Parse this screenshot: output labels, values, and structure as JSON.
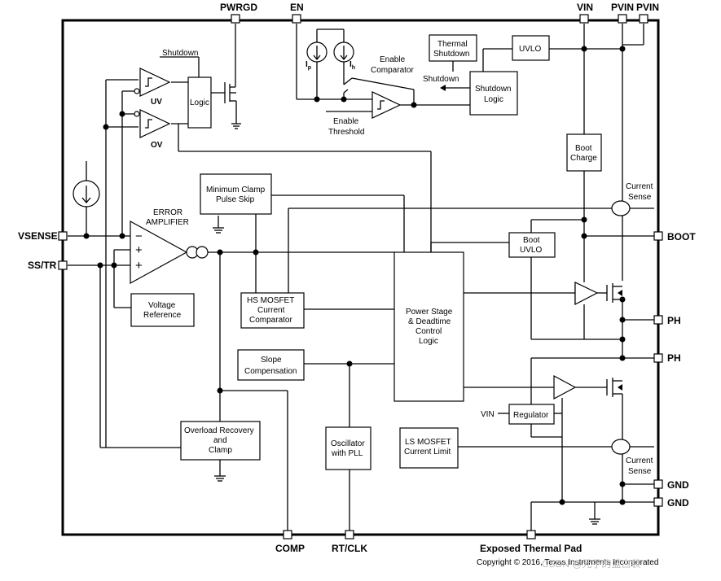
{
  "pins": {
    "pwrgd": "PWRGD",
    "en": "EN",
    "vin": "VIN",
    "pvin1": "PVIN",
    "pvin2": "PVIN",
    "vsense": "VSENSE",
    "sstr": "SS/TR",
    "boot": "BOOT",
    "ph1": "PH",
    "ph2": "PH",
    "gnd1": "GND",
    "gnd2": "GND",
    "comp": "COMP",
    "rtclk": "RT/CLK",
    "thermal_pad": "Exposed Thermal Pad"
  },
  "blocks": {
    "logic": "Logic",
    "shutdown_top": "Shutdown",
    "uv": "UV",
    "ov": "OV",
    "ip": "I",
    "ip_sub": "p",
    "ih": "I",
    "ih_sub": "h",
    "enable_comparator": [
      "Enable",
      "Comparator"
    ],
    "enable_threshold": [
      "Enable",
      "Threshold"
    ],
    "thermal_shutdown": [
      "Thermal",
      "Shutdown"
    ],
    "uvlo": "UVLO",
    "shutdown_logic": [
      "Shutdown",
      "Logic"
    ],
    "shutdown_arrow": "Shutdown",
    "boot_charge": [
      "Boot",
      "Charge"
    ],
    "current_sense_top": [
      "Current",
      "Sense"
    ],
    "min_clamp": [
      "Minimum Clamp",
      "Pulse Skip"
    ],
    "error_amp": [
      "ERROR",
      "AMPLIFIER"
    ],
    "minus": "−",
    "plus1": "+",
    "plus2": "+",
    "boot_uvlo": [
      "Boot",
      "UVLO"
    ],
    "hs_mosfet": [
      "HS MOSFET",
      "Current",
      "Comparator"
    ],
    "voltage_reference": [
      "Voltage",
      "Reference"
    ],
    "power_stage": [
      "Power Stage",
      "& Deadtime",
      "Control",
      "Logic"
    ],
    "slope_comp": [
      "Slope",
      "Compensation"
    ],
    "vin_reg": "VIN",
    "regulator": "Regulator",
    "overload": [
      "Overload Recovery",
      "and",
      "Clamp"
    ],
    "oscillator": [
      "Oscillator",
      "with PLL"
    ],
    "ls_mosfet": [
      "LS MOSFET",
      "Current Limit"
    ],
    "current_sense_bottom": [
      "Current",
      "Sense"
    ]
  },
  "footer": {
    "copyright": "Copyright © 2016, Texas Instruments Incorporated",
    "watermark": "CSDN @元子的蓝白袋"
  }
}
